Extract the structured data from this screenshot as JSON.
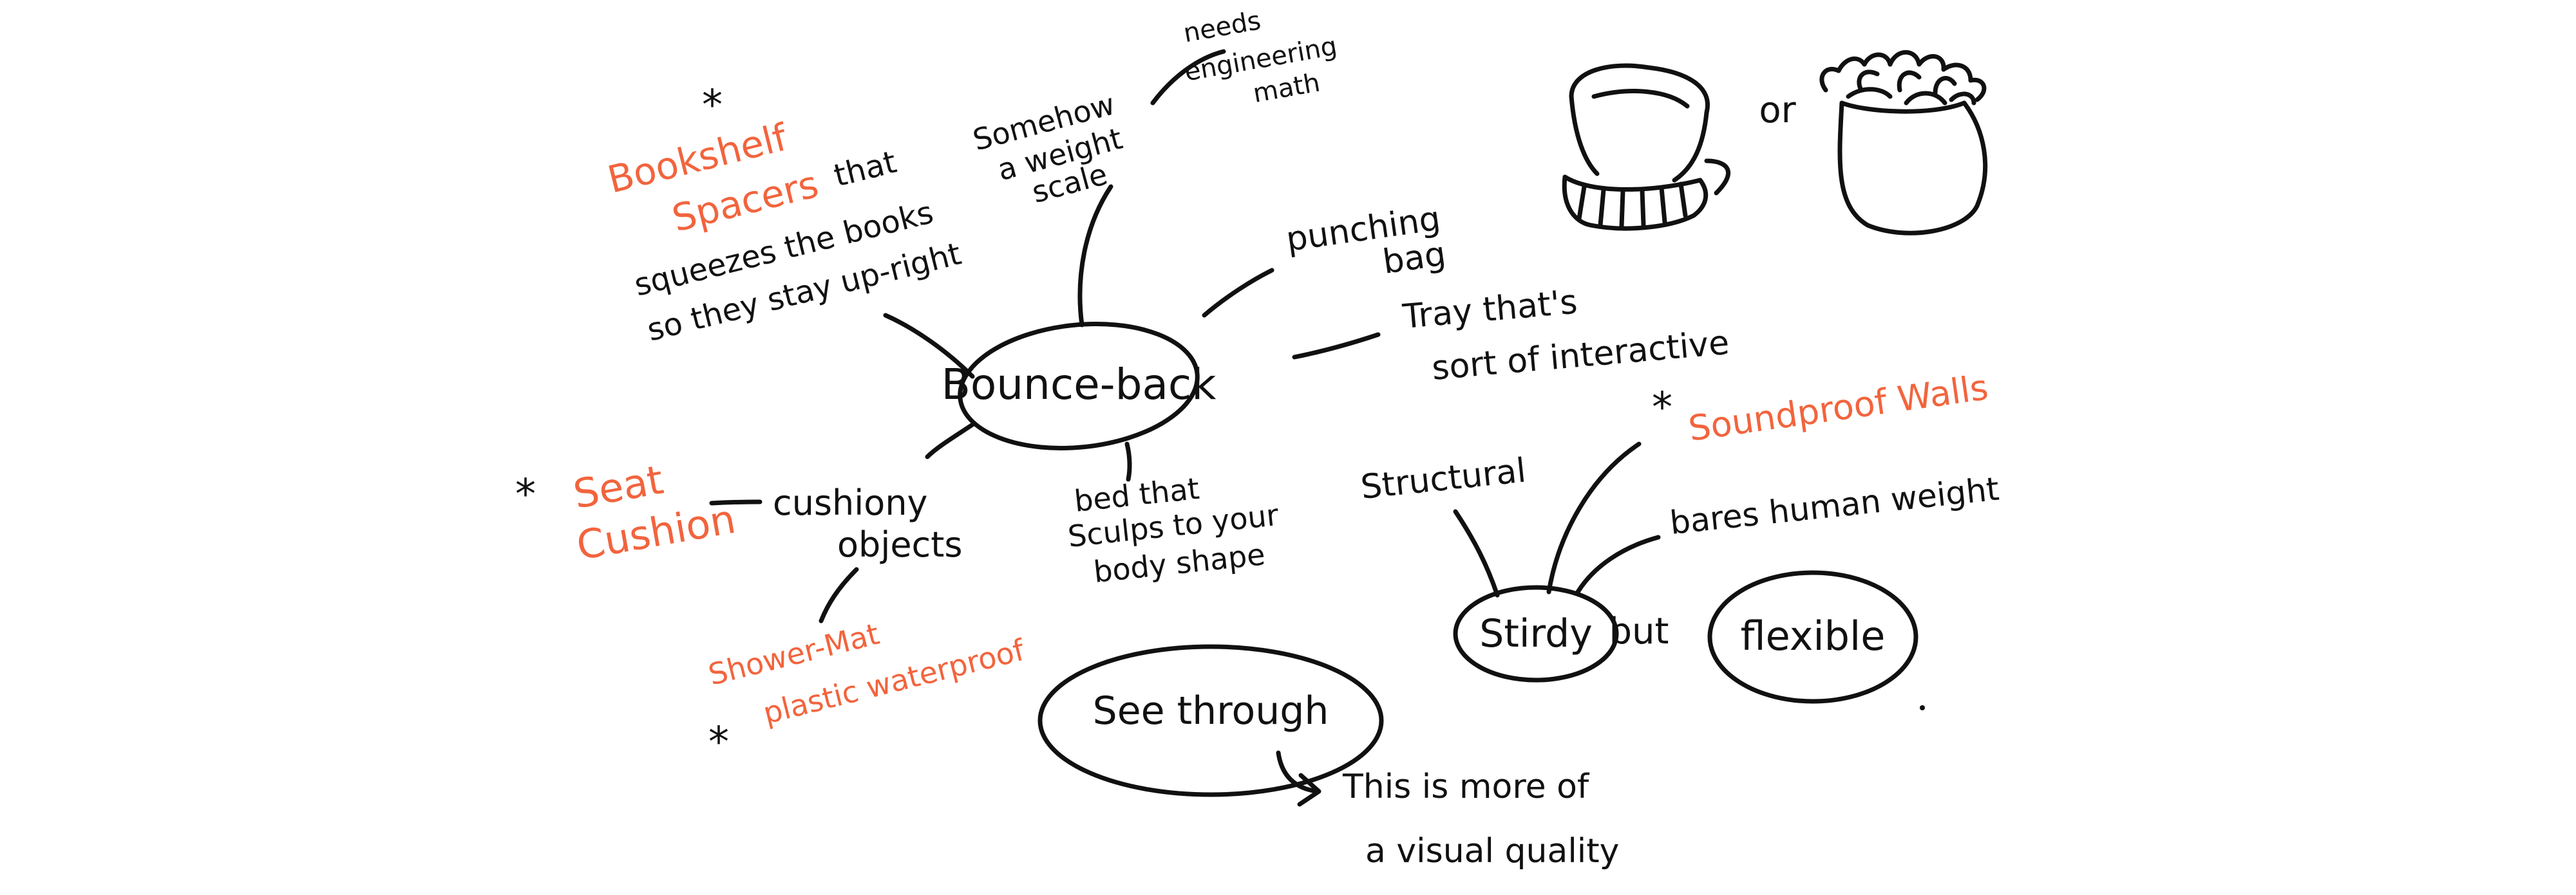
{
  "colors": {
    "ink": "#111111",
    "accent": "#f2643d",
    "background": "#ffffff"
  },
  "center": {
    "label": "Bounce-back"
  },
  "branches": {
    "weight_scale": {
      "lines": [
        "Somehow",
        "a weight",
        "scale"
      ]
    },
    "engineering_note": {
      "lines": [
        "needs",
        "engineering",
        "math"
      ]
    },
    "punching_bag": {
      "lines": [
        "punching",
        "bag"
      ]
    },
    "tray": {
      "lines": [
        "Tray that's",
        "sort of interactive"
      ]
    },
    "bed": {
      "lines": [
        "bed that",
        "Sculps to your",
        "body shape"
      ]
    },
    "cushiony": {
      "lines": [
        "cushiony",
        "objects"
      ]
    },
    "bookshelf": {
      "title_lines": [
        "Bookshelf",
        "Spacers"
      ],
      "title_suffix": "that",
      "lines": [
        "squeezes the books",
        "so they stay up-right"
      ]
    }
  },
  "starred": {
    "seat_cushion": {
      "lines": [
        "Seat",
        "Cushion"
      ]
    },
    "shower_mat": {
      "lines": [
        "Shower-Mat",
        "plastic waterproof"
      ]
    },
    "soundproof": {
      "label": "Soundproof Walls"
    },
    "mark": "*"
  },
  "sturdy_cluster": {
    "structural": "Structural",
    "bares": "bares human weight",
    "sturdy": "Stirdy",
    "but": "but",
    "flexible": "flexible"
  },
  "see_through": {
    "label": "See through",
    "note_lines": [
      "This is more of",
      "a visual quality"
    ]
  },
  "sketch": {
    "connector": "or"
  }
}
